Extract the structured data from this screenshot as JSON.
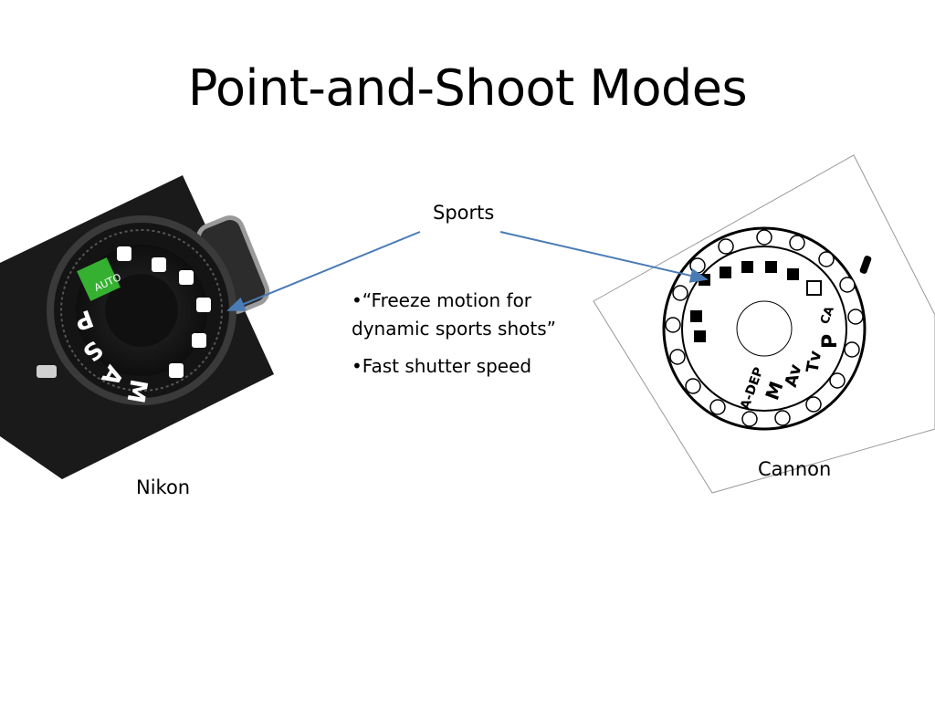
{
  "slide": {
    "title": "Point-and-Shoot Modes",
    "callout_label": "Sports",
    "bullets": [
      "•“Freeze motion for dynamic sports shots”",
      "•Fast shutter speed"
    ],
    "nikon_caption": "Nikon",
    "canon_caption": "Cannon"
  },
  "nikon_dial": {
    "auto_label": "AUTO",
    "mode_letters": [
      "P",
      "S",
      "A",
      "M"
    ]
  },
  "canon_dial": {
    "mode_labels": [
      "P",
      "Tv",
      "Av",
      "M",
      "A-DEP"
    ],
    "ca_label": "CA"
  },
  "colors": {
    "arrow": "#4a7bb5",
    "auto_green": "#35b031"
  }
}
